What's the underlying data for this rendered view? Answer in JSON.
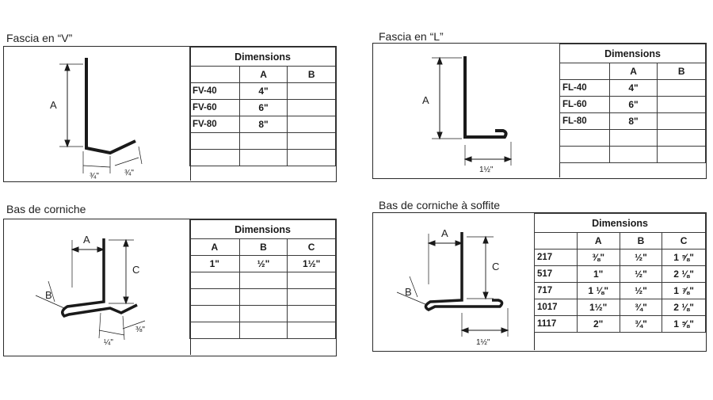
{
  "panels": {
    "fv": {
      "title": "Fascia en “V”",
      "header": "Dimensions",
      "cols": [
        "A",
        "B"
      ],
      "rows": [
        {
          "code": "FV-40",
          "a": "4\"",
          "b": ""
        },
        {
          "code": "FV-60",
          "a": "6\"",
          "b": ""
        },
        {
          "code": "FV-80",
          "a": "8\"",
          "b": ""
        },
        {
          "code": "",
          "a": "",
          "b": ""
        },
        {
          "code": "",
          "a": "",
          "b": ""
        }
      ],
      "labels": {
        "a": "A",
        "dim1": "¾\"",
        "dim2": "¾\""
      }
    },
    "fl": {
      "title": "Fascia en “L”",
      "header": "Dimensions",
      "cols": [
        "A",
        "B"
      ],
      "rows": [
        {
          "code": "FL-40",
          "a": "4\"",
          "b": ""
        },
        {
          "code": "FL-60",
          "a": "6\"",
          "b": ""
        },
        {
          "code": "FL-80",
          "a": "8\"",
          "b": ""
        },
        {
          "code": "",
          "a": "",
          "b": ""
        },
        {
          "code": "",
          "a": "",
          "b": ""
        }
      ],
      "labels": {
        "a": "A",
        "dim1": "1½\""
      }
    },
    "bc": {
      "title": "Bas de corniche",
      "header": "Dimensions",
      "cols": [
        "A",
        "B",
        "C"
      ],
      "rows": [
        {
          "a": "1\"",
          "b": "½\"",
          "c": "1½\""
        },
        {
          "a": "",
          "b": "",
          "c": ""
        },
        {
          "a": "",
          "b": "",
          "c": ""
        },
        {
          "a": "",
          "b": "",
          "c": ""
        },
        {
          "a": "",
          "b": "",
          "c": ""
        }
      ],
      "labels": {
        "a": "A",
        "b": "B",
        "c": "C",
        "dim1": "¼\"",
        "dim2": "⅜\""
      }
    },
    "bcs": {
      "title": "Bas de corniche à soffite",
      "header": "Dimensions",
      "cols": [
        "A",
        "B",
        "C"
      ],
      "rows": [
        {
          "code": "217",
          "a": "⅜\"",
          "b": "½\"",
          "c": "1 ⅝\""
        },
        {
          "code": "517",
          "a": "1\"",
          "b": "½\"",
          "c": "2 ⅛\""
        },
        {
          "code": "717",
          "a": "1 ⅛\"",
          "b": "½\"",
          "c": "1 ⅞\""
        },
        {
          "code": "1017",
          "a": "1½\"",
          "b": "¾\"",
          "c": "2 ⅛\""
        },
        {
          "code": "1117",
          "a": "2\"",
          "b": "¾\"",
          "c": "1 ⅝\""
        }
      ],
      "labels": {
        "a": "A",
        "b": "B",
        "c": "C",
        "dim1": "1½\""
      }
    }
  }
}
